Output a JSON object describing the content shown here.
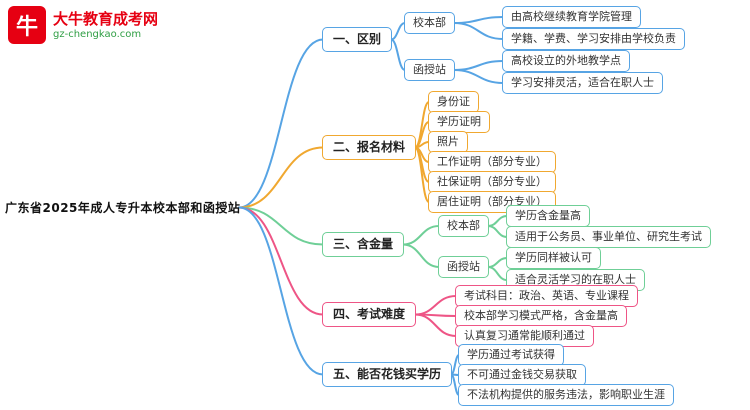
{
  "logo": {
    "icon": "bull-logo",
    "icon_glyph": "牛",
    "title": "大牛教育成考网",
    "subtitle": "gz-chengkao.com",
    "brand_red": "#e60012",
    "brand_green": "#2f9e44"
  },
  "root": {
    "label": "广东省2025年成人专升本校本部和函授站"
  },
  "branches": [
    {
      "label": "一、区别",
      "color": "#57a4e4",
      "children": [
        {
          "label": "校本部",
          "children": [
            {
              "label": "由高校继续教育学院管理"
            },
            {
              "label": "学籍、学费、学习安排由学校负责"
            }
          ]
        },
        {
          "label": "函授站",
          "children": [
            {
              "label": "高校设立的外地教学点"
            },
            {
              "label": "学习安排灵活，适合在职人士"
            }
          ]
        }
      ]
    },
    {
      "label": "二、报名材料",
      "color": "#f0a830",
      "children": [
        {
          "label": "身份证"
        },
        {
          "label": "学历证明"
        },
        {
          "label": "照片"
        },
        {
          "label": "工作证明（部分专业）"
        },
        {
          "label": "社保证明（部分专业）"
        },
        {
          "label": "居住证明（部分专业）"
        }
      ]
    },
    {
      "label": "三、含金量",
      "color": "#6fcf97",
      "children": [
        {
          "label": "校本部",
          "children": [
            {
              "label": "学历含金量高"
            },
            {
              "label": "适用于公务员、事业单位、研究生考试"
            }
          ]
        },
        {
          "label": "函授站",
          "children": [
            {
              "label": "学历同样被认可"
            },
            {
              "label": "适合灵活学习的在职人士"
            }
          ]
        }
      ]
    },
    {
      "label": "四、考试难度",
      "color": "#ee5586",
      "children": [
        {
          "label": "考试科目：政治、英语、专业课程"
        },
        {
          "label": "校本部学习模式严格，含金量高"
        },
        {
          "label": "认真复习通常能顺利通过"
        }
      ]
    },
    {
      "label": "五、能否花钱买学历",
      "color": "#57a4e4",
      "children": [
        {
          "label": "学历通过考试获得"
        },
        {
          "label": "不可通过金钱交易获取"
        },
        {
          "label": "不法机构提供的服务违法，影响职业生涯"
        }
      ]
    }
  ]
}
